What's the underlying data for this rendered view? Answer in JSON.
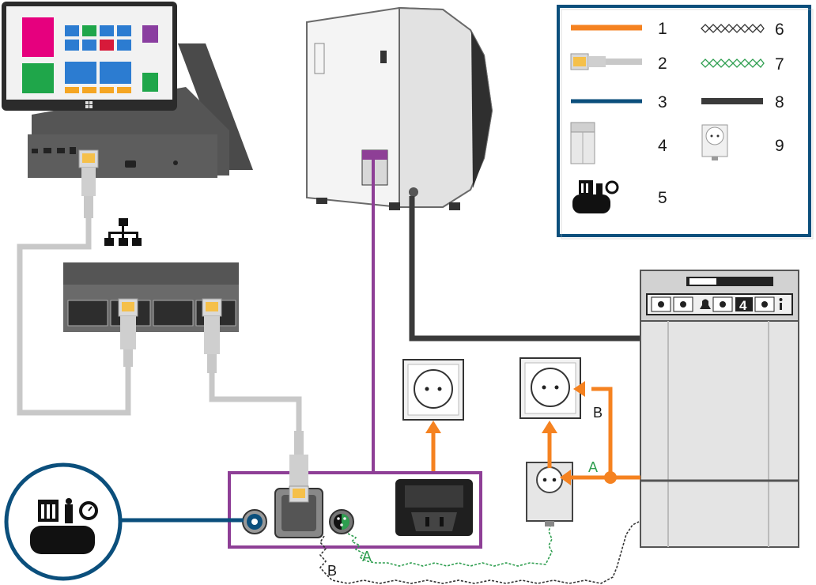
{
  "legend": {
    "items": [
      {
        "number": "1",
        "meaning": "orange-power-cable",
        "color": "#f58220"
      },
      {
        "number": "2",
        "meaning": "network-cable",
        "color": "#bdbdbd"
      },
      {
        "number": "3",
        "meaning": "blue-air-hose",
        "color": "#0b4f7c"
      },
      {
        "number": "4",
        "meaning": "suction-unit-icon"
      },
      {
        "number": "5",
        "meaning": "compressor-icon"
      },
      {
        "number": "6",
        "meaning": "black-zigzag-cable"
      },
      {
        "number": "7",
        "meaning": "green-zigzag-cable",
        "color": "#2e9e4f"
      },
      {
        "number": "8",
        "meaning": "dark-hose",
        "color": "#3a3a3a"
      },
      {
        "number": "9",
        "meaning": "wall-socket-icon"
      }
    ]
  },
  "connections": {
    "a_label": "A",
    "b_label": "B",
    "a_label_bottom": "A",
    "b_label_bottom": "B"
  },
  "suction_panel": {
    "badge": "4"
  },
  "colors": {
    "orange": "#f58220",
    "purple": "#8e3f96",
    "blue": "#0b4f7c",
    "grey_cable": "#c4c4c4",
    "dark_hose": "#3a3a3a",
    "green": "#2e9e4f"
  }
}
